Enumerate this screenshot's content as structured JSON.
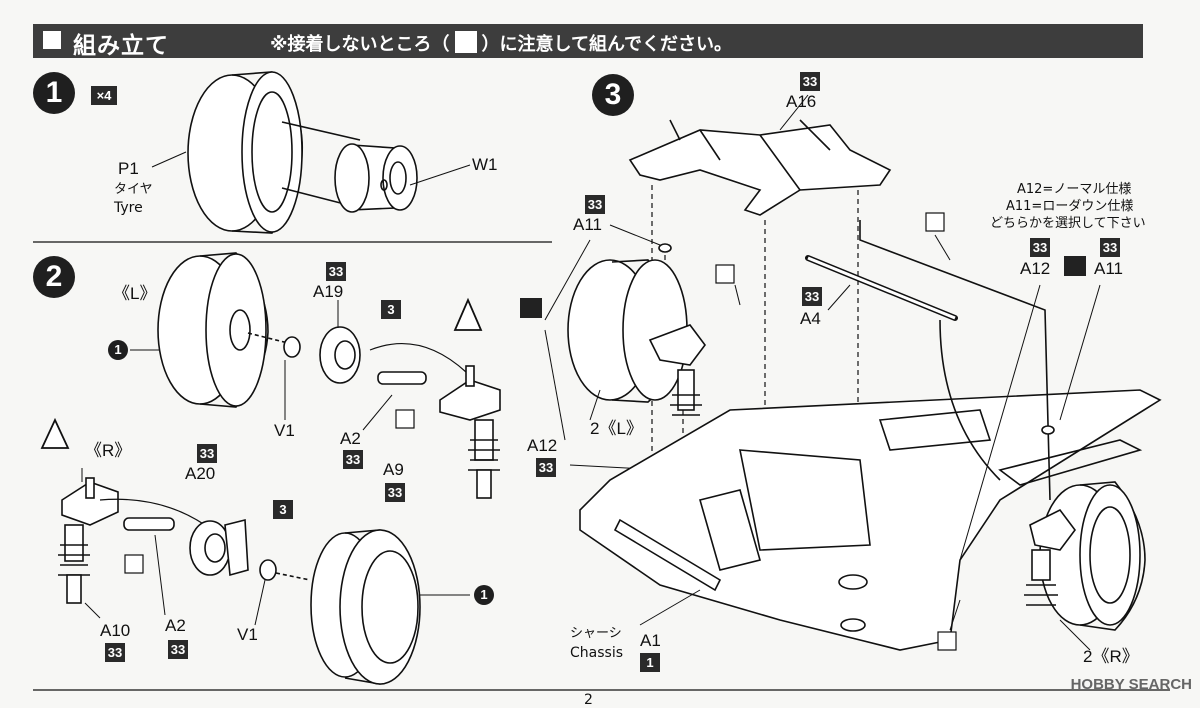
{
  "header": {
    "title": "組み立て",
    "note_prefix": "※接着しないところ（",
    "note_suffix": "）に注意して組んでください。"
  },
  "step1": {
    "number": "1",
    "multiplier": "×4",
    "tyre_part": "P1",
    "tyre_jp": "タイヤ",
    "tyre_en": "Tyre",
    "wheel_part": "W1"
  },
  "step2": {
    "number": "2",
    "left_label": "《L》",
    "right_label": "《R》",
    "step_ref": "1",
    "a19": "A19",
    "a20": "A20",
    "v1": "V1",
    "a2": "A2",
    "a9": "A9",
    "a10": "A10",
    "runner_33": "33",
    "runner_3": "3"
  },
  "step3": {
    "number": "3",
    "a16": "A16",
    "a11": "A11",
    "a12": "A12",
    "a4": "A4",
    "a1": "A1",
    "chassis_jp": "シャーシ",
    "chassis_en": "Chassis",
    "runner_33": "33",
    "runner_1": "1",
    "left_ref": "2《L》",
    "right_ref": "2《R》",
    "note_line1": "A12=ノーマル仕様",
    "note_line2": "A11=ローダウン仕様",
    "note_line3": "どちらかを選択して下さい"
  },
  "page_number": "2",
  "watermark": "HOBBY SEARCH"
}
